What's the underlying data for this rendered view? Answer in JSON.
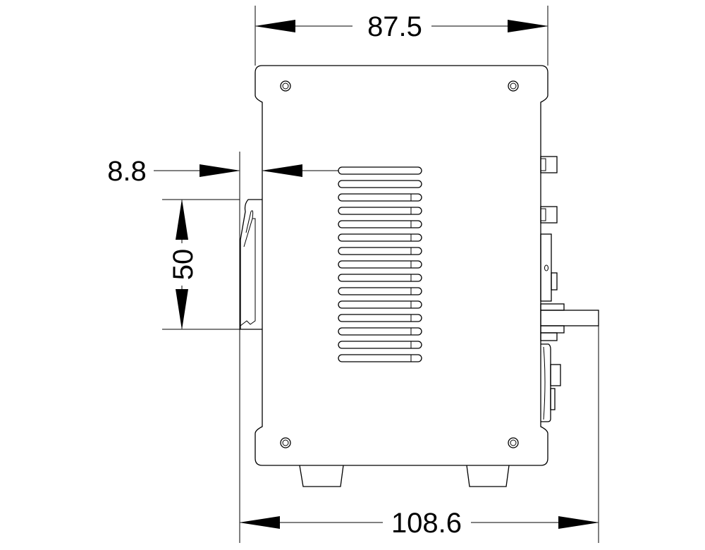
{
  "dimensions": {
    "width_top": "87.5",
    "rail_offset": "8.8",
    "rail_height": "50",
    "width_total": "108.6"
  },
  "colors": {
    "line": "#000000",
    "background": "#ffffff"
  },
  "vent_slot_count": 15
}
